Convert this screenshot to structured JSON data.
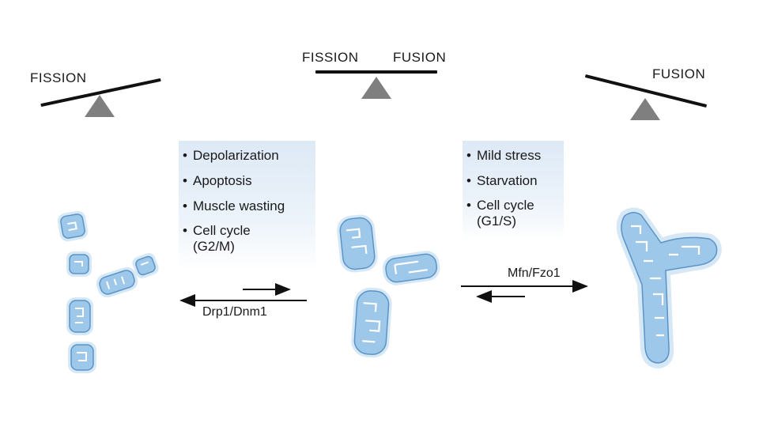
{
  "balances": {
    "left": {
      "label": "FISSION"
    },
    "center": {
      "left_label": "FISSION",
      "right_label": "FUSION"
    },
    "right": {
      "label": "FUSION"
    }
  },
  "fission_conditions": {
    "items": [
      "Depolarization",
      "Apoptosis",
      "Muscle wasting",
      "Cell cycle\n(G2/M)"
    ]
  },
  "fusion_conditions": {
    "items": [
      "Mild stress",
      "Starvation",
      "Cell cycle\n(G1/S)"
    ]
  },
  "arrows": {
    "fission_protein": "Drp1/Dnm1",
    "fusion_protein": "Mfn/Fzo1"
  },
  "colors": {
    "mito_fill": "#9ec8ea",
    "mito_outline": "#5a93c7",
    "mito_halo": "#d6e8f6",
    "fulcrum": "#7f7f7f",
    "box_top": "#dde9f6"
  }
}
